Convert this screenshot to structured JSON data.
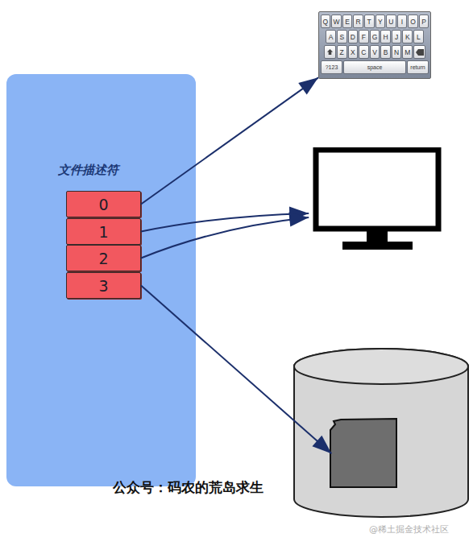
{
  "diagram": {
    "nodes": [
      {
        "text": [
          "文件描述符"
        ]
      },
      {
        "text": [
          "0"
        ],
        "in": 0
      },
      {
        "text": [
          "1"
        ],
        "in": 0
      },
      {
        "text": [
          "2"
        ],
        "in": 0
      },
      {
        "text": [
          "3"
        ],
        "in": 0
      },
      {
        "text": [
          "Q",
          "W",
          "E",
          "R",
          "T",
          "Y",
          "U",
          "I",
          "O",
          "P",
          "A",
          "S",
          "D",
          "F",
          "G",
          "H",
          "J",
          "K",
          "L",
          "Z",
          "X",
          "C",
          "V",
          "B",
          "N",
          "M",
          "?123",
          "space",
          "return"
        ]
      },
      {
        "text": []
      },
      {
        "text": []
      }
    ],
    "edges": [
      {
        "from": 1,
        "to": 5,
        "arrow": "to"
      },
      {
        "from": 2,
        "to": 6,
        "arrow": "to"
      },
      {
        "from": 3,
        "to": 6,
        "arrow": "to"
      },
      {
        "from": 4,
        "to": 7,
        "arrow": "to"
      }
    ],
    "labels": [
      "公众号：码农的荒岛求生",
      "@稀土掘金技术社区"
    ]
  }
}
